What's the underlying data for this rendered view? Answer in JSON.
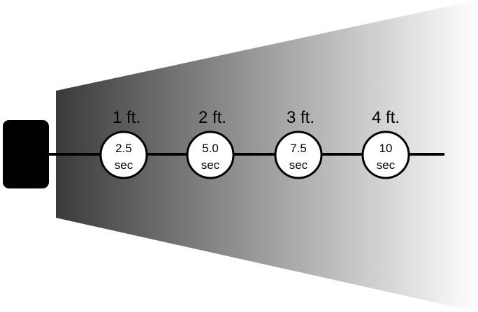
{
  "diagram": {
    "markers": [
      {
        "distance": "1 ft.",
        "time_value": "2.5",
        "time_unit": "sec"
      },
      {
        "distance": "2 ft.",
        "time_value": "5.0",
        "time_unit": "sec"
      },
      {
        "distance": "3 ft.",
        "time_value": "7.5",
        "time_unit": "sec"
      },
      {
        "distance": "4 ft.",
        "time_value": "10",
        "time_unit": "sec"
      }
    ],
    "colors": {
      "source_block": "#000000",
      "beam_dark": "#3a3a3a",
      "beam_light": "#ffffff",
      "line": "#000000",
      "circle_fill": "#ffffff",
      "circle_stroke": "#000000"
    }
  }
}
